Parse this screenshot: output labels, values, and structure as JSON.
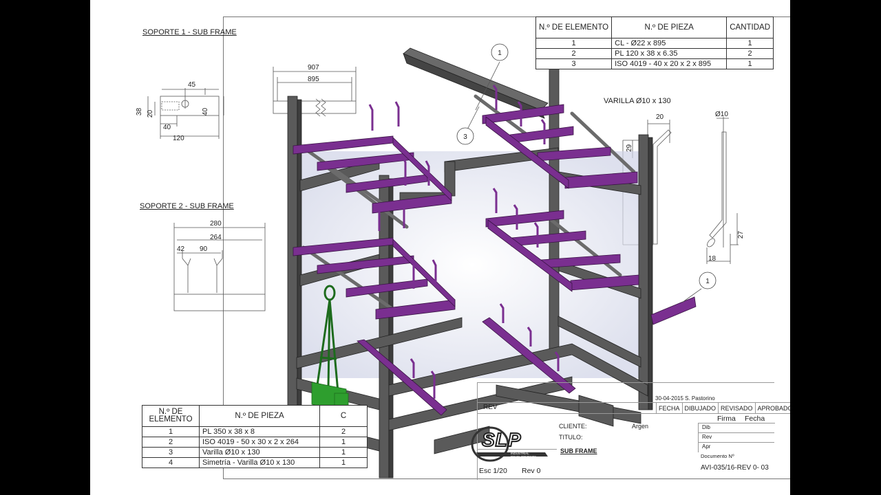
{
  "sheet": {
    "colors": {
      "frame_steel": "#555555",
      "brackets": "#7a2f90",
      "lift_beam": "#2e9e2e",
      "background": "#000000",
      "paper": "#ffffff"
    }
  },
  "views": {
    "soporte1": {
      "title": "SOPORTE 1 - SUB FRAME",
      "dims": {
        "a": "907",
        "b": "895",
        "c": "45",
        "d": "38",
        "e": "20",
        "f": "40",
        "g": "40",
        "h": "120"
      }
    },
    "soporte2": {
      "title": "SOPORTE 2 - SUB FRAME",
      "dims": {
        "a": "280",
        "b": "264",
        "c": "42",
        "d": "90"
      }
    },
    "varilla": {
      "title": "VARILLA Ø10 x 130",
      "dims": {
        "a": "20",
        "b": "29",
        "c": "Ø10",
        "d": "27",
        "e": "18"
      }
    }
  },
  "balloons": [
    "1",
    "3",
    "1"
  ],
  "bom_top": {
    "headers": [
      "N.º DE ELEMENTO",
      "N.º DE PIEZA",
      "CANTIDAD"
    ],
    "rows": [
      {
        "elem": "1",
        "pieza": "CL - Ø22 x 895",
        "cant": "1"
      },
      {
        "elem": "2",
        "pieza": "PL 120 x 38 x 6.35",
        "cant": "2"
      },
      {
        "elem": "3",
        "pieza": "ISO 4019 - 40 x 20 x 2 x 895",
        "cant": "1"
      }
    ]
  },
  "bom_bottom": {
    "headers": [
      "N.º DE ELEMENTO",
      "N.º DE PIEZA",
      "C"
    ],
    "rows": [
      {
        "elem": "1",
        "pieza": "PL 350 x 38 x 8",
        "cant": "2"
      },
      {
        "elem": "2",
        "pieza": "ISO 4019 - 50 x 30 x 2 x 264",
        "cant": "1"
      },
      {
        "elem": "3",
        "pieza": "Varilla Ø10 x 130",
        "cant": "1"
      },
      {
        "elem": "4",
        "pieza": "Simetría - Varilla Ø10 x 130",
        "cant": "1"
      }
    ]
  },
  "title_block": {
    "date_author": "30-04-2015 S. Pastorino",
    "headers": [
      "FECHA",
      "DIBUJADO",
      "REVISADO",
      "APROBADO"
    ],
    "rev": "REV",
    "firma": "Firma",
    "fecha": "Fecha",
    "rows": [
      "Dib",
      "Rev",
      "Apr"
    ],
    "cliente_label": "CLIENTE:",
    "cliente_value": "Argen",
    "titulo_label": "TITULO:",
    "titulo_value": "SUB FRAME",
    "doc_label": "Documento Nº",
    "doc_value": "AVI-035/16-REV 0- 03",
    "esc": "Esc 1/20",
    "rev_value": "Rev 0",
    "logo_text": "SLP",
    "logo_sub": "INDUSTRIAL DEVELOPMENTS"
  }
}
